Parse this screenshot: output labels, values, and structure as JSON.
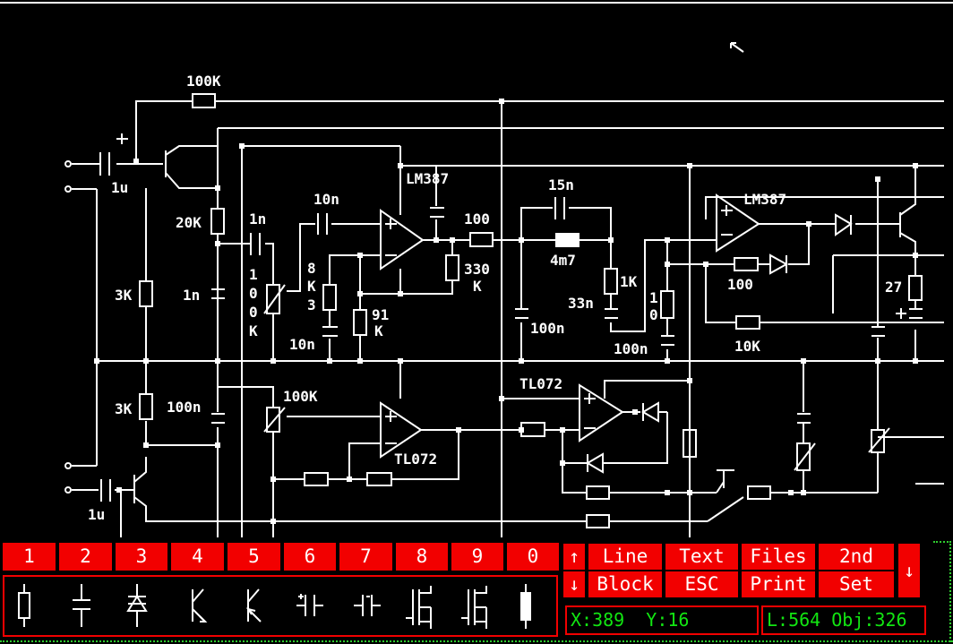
{
  "schematic": {
    "labels": {
      "r_100k_top": "100K",
      "c_1u_in": "1u",
      "r_20k": "20K",
      "r_3k_upper": "3K",
      "c_1n_left": "1n",
      "c_1n_mid": "1n",
      "r_100k_vert": "1\n0\n0\nK",
      "c_10n_top": "10n",
      "r_8k3": "8\nK\n3",
      "c_10n_bot": "10n",
      "r_91k": "91\nK",
      "ic_lm387_1": "LM387",
      "r_100_mid": "100",
      "r_330k": "330\nK",
      "c_15n": "15n",
      "l_4m7": "4m7",
      "r_1k": "1K",
      "c_33n": "33n",
      "c_100n_mid": "100n",
      "c_100n_right": "100n",
      "r_10_vert": "1\n0",
      "ic_lm387_2": "LM387",
      "r_100_right": "100",
      "r_10k": "10K",
      "r_27": "27",
      "r_3k_lower": "3K",
      "c_100n_lower": "100n",
      "r_100k_lower": "100K",
      "ic_tl072_1": "TL072",
      "ic_tl072_2": "TL072",
      "c_1u_out": "1u"
    }
  },
  "toolbar": {
    "layer_keys": [
      "1",
      "2",
      "3",
      "4",
      "5",
      "6",
      "7",
      "8",
      "9",
      "0"
    ],
    "arrow_up": "↑",
    "arrow_down": "↓",
    "arrow_side": "↓",
    "commands": {
      "line": "Line",
      "text": "Text",
      "files": "Files",
      "second": "2nd",
      "block": "Block",
      "esc": "ESC",
      "print": "Print",
      "set": "Set"
    }
  },
  "palette": {
    "symbols": [
      "resistor-icon",
      "capacitor-icon",
      "diode-icon",
      "npn-transistor-icon",
      "pnp-transistor-icon",
      "polarized-capacitor-icon",
      "polarized-capacitor-reversed-icon",
      "nmos-transistor-icon",
      "pmos-transistor-icon",
      "fuse-icon"
    ]
  },
  "status": {
    "cursor": "X:389  Y:16",
    "counts": "L:564 Obj:326"
  },
  "colors": {
    "background": "#000000",
    "wire": "#ffffff",
    "button": "#f20000",
    "status_text": "#12e612"
  }
}
